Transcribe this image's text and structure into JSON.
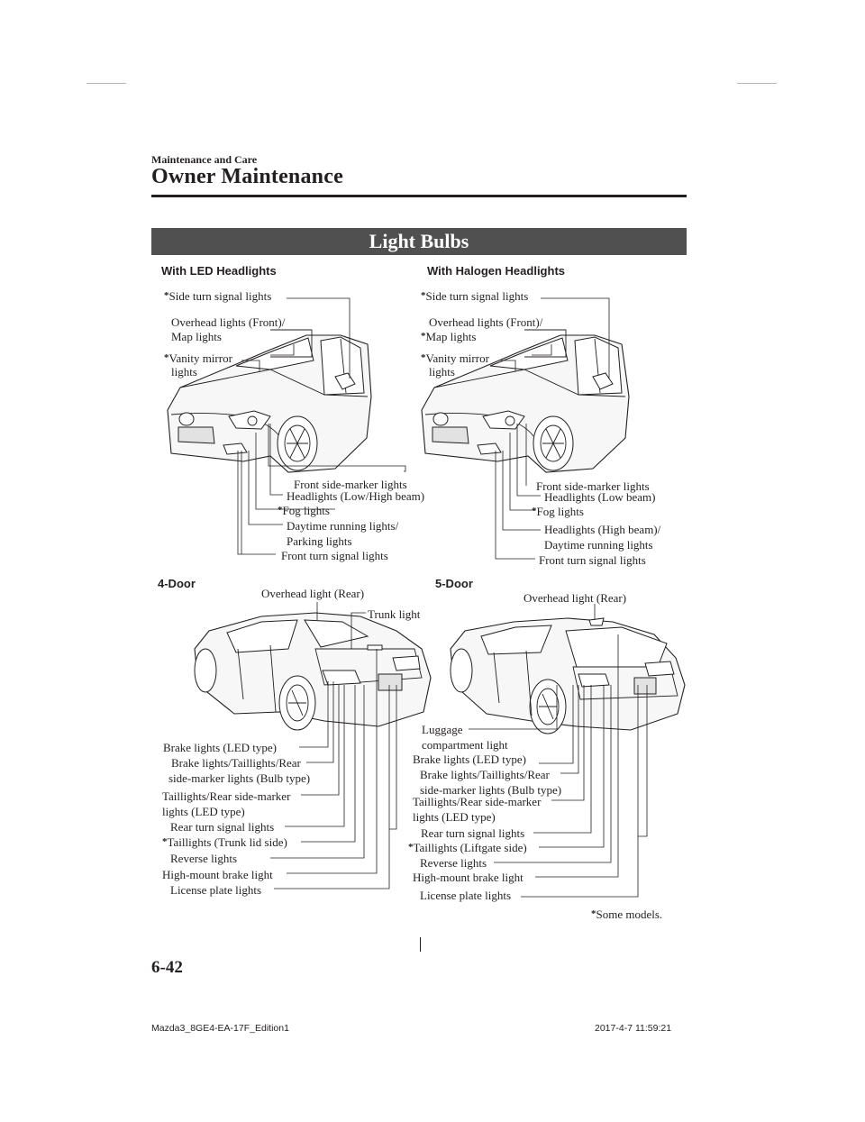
{
  "header": {
    "section": "Maintenance and Care",
    "title": "Owner Maintenance"
  },
  "banner": "Light Bulbs",
  "led_front": {
    "heading": "With LED Headlights",
    "labels": {
      "side_turn": "Side turn signal lights",
      "overhead_front_1": "Overhead lights (Front)/",
      "overhead_front_2": "Map lights",
      "vanity_1": "Vanity mirror",
      "vanity_2": "lights",
      "front_side_marker": "Front side-marker lights",
      "headlights": "Headlights (Low/High beam)",
      "fog": "Fog lights",
      "drl_1": "Daytime running lights/",
      "drl_2": "Parking lights",
      "front_turn": "Front turn signal lights"
    }
  },
  "halogen_front": {
    "heading": "With Halogen Headlights",
    "labels": {
      "side_turn": "Side turn signal lights",
      "overhead_front_1": "Overhead lights (Front)/",
      "overhead_front_2": "Map lights",
      "vanity_1": "Vanity mirror",
      "vanity_2": "lights",
      "front_side_marker": "Front side-marker lights",
      "headlights_low": "Headlights (Low beam)",
      "fog": "Fog lights",
      "high_1": "Headlights (High beam)/",
      "high_2": "Daytime running lights",
      "front_turn": "Front turn signal lights"
    }
  },
  "four_door": {
    "heading": "4-Door",
    "labels": {
      "overhead_rear": "Overhead light (Rear)",
      "trunk": "Trunk light",
      "brake_led": "Brake lights (LED type)",
      "brake_bulb_1": "Brake lights/Taillights/Rear",
      "brake_bulb_2": "side-marker lights (Bulb type)",
      "tail_led_1": "Taillights/Rear side-marker",
      "tail_led_2": "lights (LED type)",
      "rear_turn": "Rear turn signal lights",
      "tail_lid": "Taillights (Trunk lid side)",
      "reverse": "Reverse lights",
      "high_mount": "High-mount brake light",
      "license": "License plate lights"
    }
  },
  "five_door": {
    "heading": "5-Door",
    "labels": {
      "overhead_rear": "Overhead light (Rear)",
      "luggage_1": "Luggage",
      "luggage_2": "compartment light",
      "brake_led": "Brake lights (LED type)",
      "brake_bulb_1": "Brake lights/Taillights/Rear",
      "brake_bulb_2": "side-marker lights (Bulb type)",
      "tail_led_1": "Taillights/Rear side-marker",
      "tail_led_2": "lights (LED type)",
      "rear_turn": "Rear turn signal lights",
      "tail_lift": "Taillights (Liftgate side)",
      "reverse": "Reverse lights",
      "high_mount": "High-mount brake light",
      "license": "License plate lights"
    }
  },
  "asterisk": "*",
  "footnote": "Some models.",
  "page_number": "6-42",
  "footer": {
    "left": "Mazda3_8GE4-EA-17F_Edition1",
    "right": "2017-4-7 11:59:21"
  },
  "icons": {
    "asterisk_mark": "asterisk-icon",
    "front_car": "sedan-front-illustration",
    "rear_sedan": "sedan-rear-illustration",
    "rear_hatch": "hatchback-rear-illustration"
  }
}
